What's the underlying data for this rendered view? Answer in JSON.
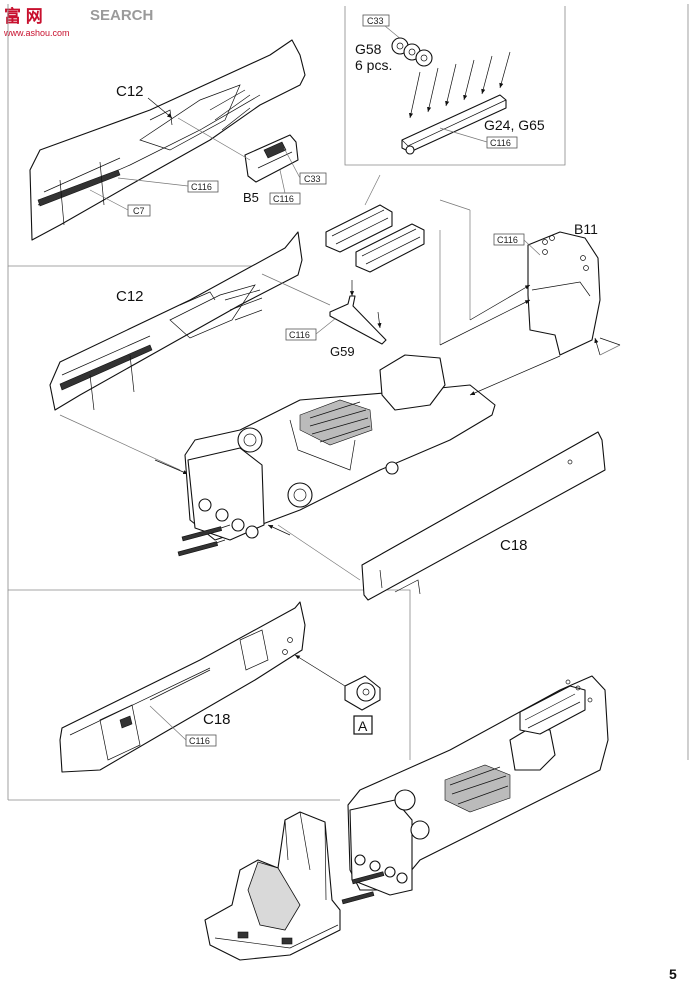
{
  "watermark": {
    "logo_text": "富 网",
    "brand": "SEARCH",
    "url": "www.ashou.com"
  },
  "page_number": "5",
  "labels": {
    "c12_top": "C12",
    "c12_mid": "C12",
    "c18_mid": "C18",
    "c18_bottom": "C18",
    "b5": "B5",
    "b11": "B11",
    "g58": "G58",
    "g58_qty": "6 pcs.",
    "g24_g65": "G24, G65",
    "g59": "G59",
    "detail_a": "A"
  },
  "paint_tags": {
    "c33_top": "C33",
    "c116_top": "C116",
    "c116_upper_left": "C116",
    "c7": "C7",
    "c33_b5": "C33",
    "c116_b5": "C116",
    "c116_b11": "C116",
    "c116_g59": "C116",
    "c116_lower": "C116"
  }
}
